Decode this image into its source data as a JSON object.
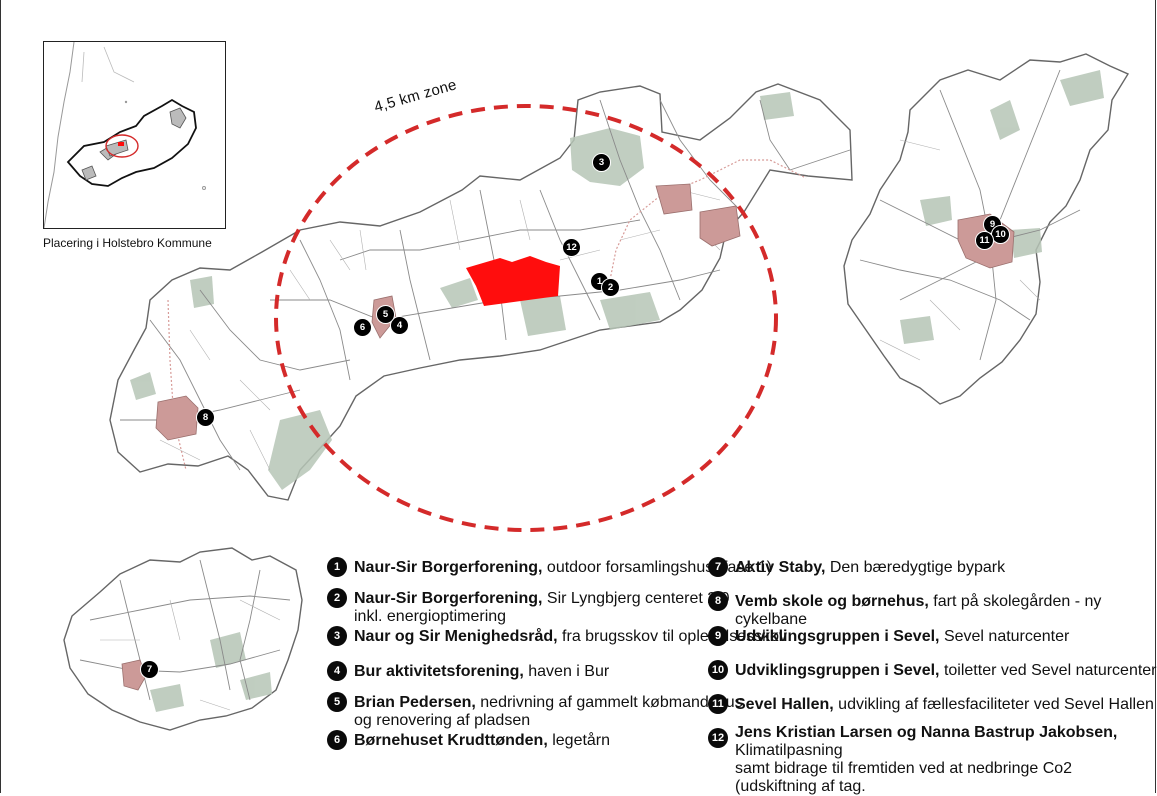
{
  "zone_label": "4,5 km zone",
  "inset": {
    "caption": "Placering i Holstebro Kommune"
  },
  "colors": {
    "zone_circle": "#d42a2a",
    "project_area": "#ff0d0d",
    "town": "#cc9a98",
    "forest": "#b6c5b6",
    "roads": "#8a8a8a",
    "outline": "#555555"
  },
  "map_markers": [
    {
      "num": "1"
    },
    {
      "num": "2"
    },
    {
      "num": "3"
    },
    {
      "num": "4"
    },
    {
      "num": "5"
    },
    {
      "num": "6"
    },
    {
      "num": "7"
    },
    {
      "num": "8"
    },
    {
      "num": "9"
    },
    {
      "num": "10"
    },
    {
      "num": "11"
    },
    {
      "num": "12"
    }
  ],
  "legend": [
    {
      "num": "1",
      "bold": "Naur-Sir Borgerforening,",
      "text": " outdoor forsamlingshus (fase 1)"
    },
    {
      "num": "2",
      "bold": "Naur-Sir Borgerforening,",
      "text": " Sir Lyngbjerg centeret 2.0",
      "text2": "inkl. energioptimering"
    },
    {
      "num": "3",
      "bold": "Naur og Sir Menighedsråd,",
      "text": " fra brugsskov til oplevelsesskov"
    },
    {
      "num": "4",
      "bold": "Bur aktivitetsforening,",
      "text": " haven i Bur"
    },
    {
      "num": "5",
      "bold": "Brian Pedersen,",
      "text": " nedrivning af gammelt købmandshus",
      "text2": "og renovering af pladsen"
    },
    {
      "num": "6",
      "bold": "Børnehuset Krudttønden,",
      "text": " legetårn"
    },
    {
      "num": "7",
      "bold": "Aktiv Staby,",
      "text": " Den bæredygtige bypark"
    },
    {
      "num": "8",
      "bold": "Vemb skole og børnehus,",
      "text": " fart på skolegården - ny cykelbane"
    },
    {
      "num": "9",
      "bold": "Udviklingsgruppen i Sevel,",
      "text": " Sevel naturcenter"
    },
    {
      "num": "10",
      "bold": "Udviklingsgruppen i Sevel,",
      "text": " toiletter ved Sevel naturcenter"
    },
    {
      "num": "11",
      "bold": "Sevel Hallen,",
      "text": " udvikling af fællesfaciliteter ved Sevel Hallen"
    },
    {
      "num": "12",
      "bold": "Jens Kristian Larsen og Nanna Bastrup Jakobsen,",
      "text": " Klimatilpasning",
      "text2": "samt bidrage til fremtiden ved at nedbringe Co2 (udskiftning af tag."
    }
  ]
}
